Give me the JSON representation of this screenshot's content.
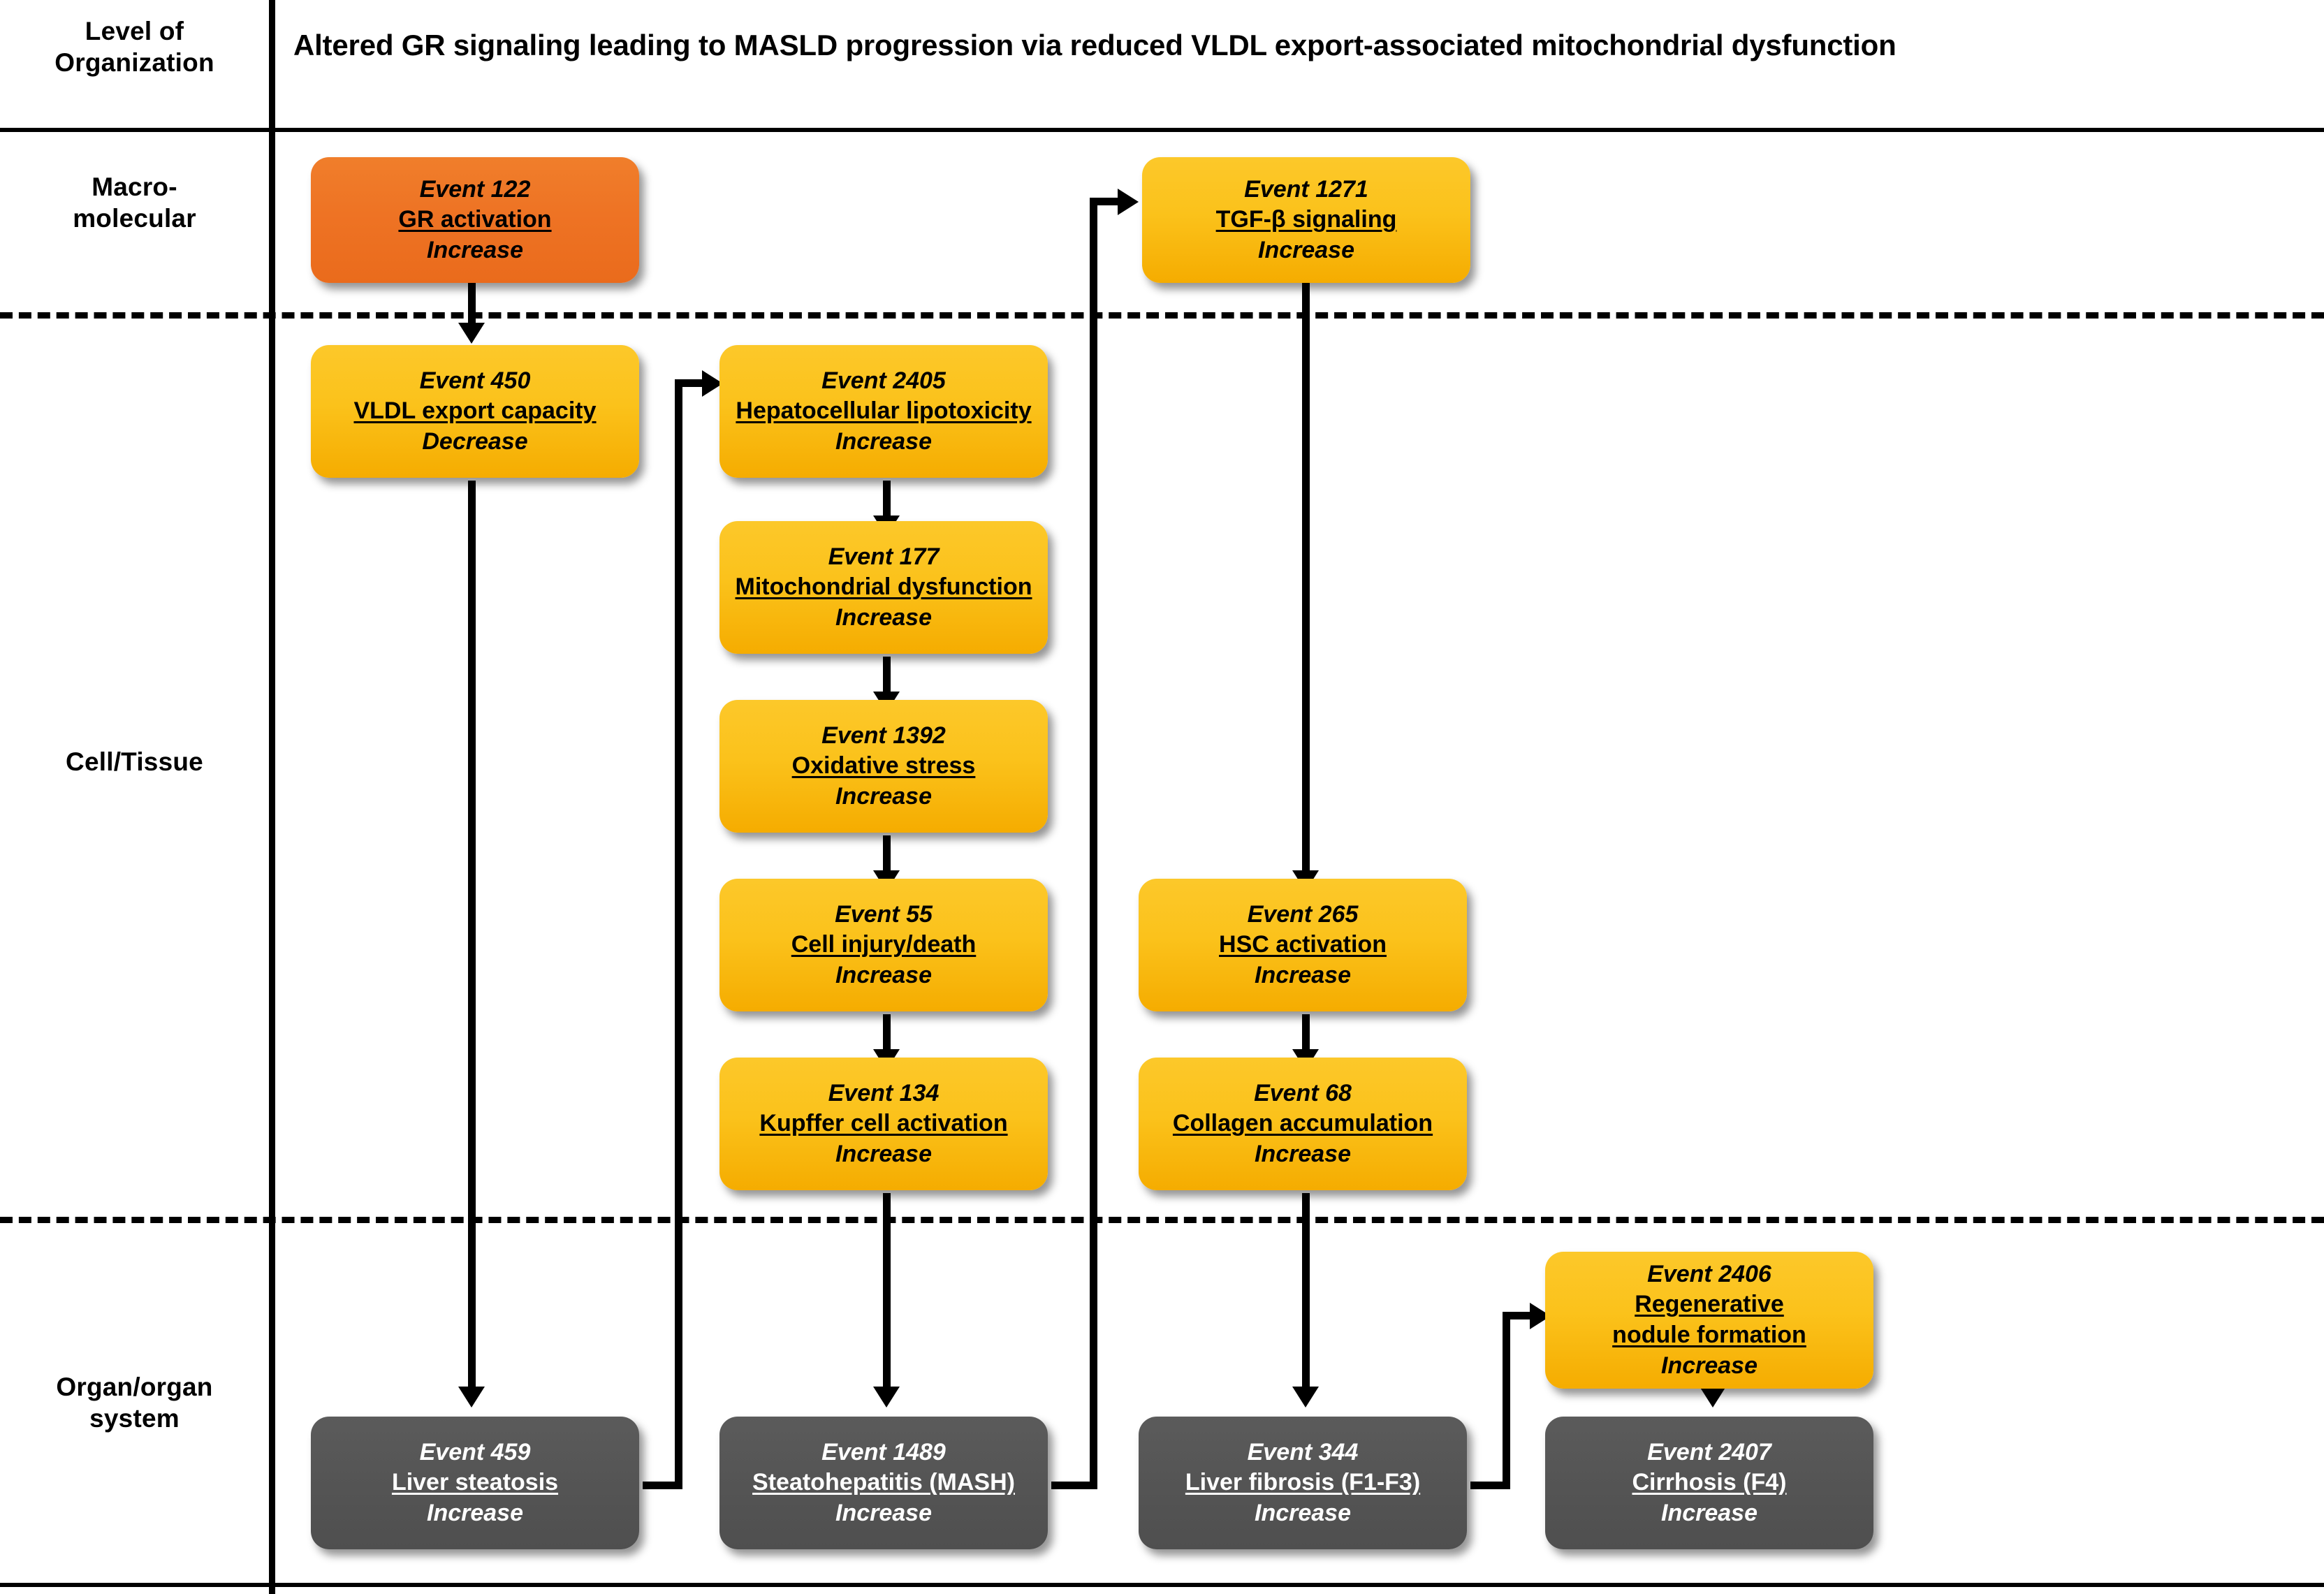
{
  "level_column": {
    "header": "Level of\nOrganization",
    "labels": [
      {
        "key": "macro",
        "text": "Macro-\nmolecular"
      },
      {
        "key": "cell",
        "text": "Cell/Tissue"
      },
      {
        "key": "organ",
        "text": "Organ/organ\nsystem"
      }
    ]
  },
  "title": "Altered GR signaling leading to MASLD progression via reduced VLDL export-associated mitochondrial dysfunction",
  "colors": {
    "molecular_initiating_event": "#ee7324",
    "key_event": "#fbc21b",
    "adverse_outcome": "#555555",
    "line": "#000000",
    "background": "#ffffff"
  },
  "nodes": [
    {
      "id": "e122",
      "event_id": "Event 122",
      "name": "GR activation",
      "direction": "Increase",
      "kind": "molecular-initiating-event",
      "level": "macro-molecular"
    },
    {
      "id": "e1271",
      "event_id": "Event 1271",
      "name": "TGF-β signaling",
      "direction": "Increase",
      "kind": "key-event",
      "level": "macro-molecular"
    },
    {
      "id": "e450",
      "event_id": "Event 450",
      "name": "VLDL export capacity",
      "direction": "Decrease",
      "kind": "key-event",
      "level": "cell-tissue"
    },
    {
      "id": "e2405",
      "event_id": "Event 2405",
      "name": "Hepatocellular lipotoxicity",
      "direction": "Increase",
      "kind": "key-event",
      "level": "cell-tissue"
    },
    {
      "id": "e177",
      "event_id": "Event 177",
      "name": "Mitochondrial dysfunction",
      "direction": "Increase",
      "kind": "key-event",
      "level": "cell-tissue"
    },
    {
      "id": "e1392",
      "event_id": "Event 1392",
      "name": "Oxidative stress",
      "direction": "Increase",
      "kind": "key-event",
      "level": "cell-tissue"
    },
    {
      "id": "e55",
      "event_id": "Event 55",
      "name": "Cell injury/death",
      "direction": "Increase",
      "kind": "key-event",
      "level": "cell-tissue"
    },
    {
      "id": "e134",
      "event_id": "Event 134",
      "name": "Kupffer cell activation",
      "direction": "Increase",
      "kind": "key-event",
      "level": "cell-tissue"
    },
    {
      "id": "e265",
      "event_id": "Event 265",
      "name": "HSC activation",
      "direction": "Increase",
      "kind": "key-event",
      "level": "cell-tissue"
    },
    {
      "id": "e68",
      "event_id": "Event 68",
      "name": "Collagen accumulation",
      "direction": "Increase",
      "kind": "key-event",
      "level": "cell-tissue"
    },
    {
      "id": "e2406",
      "event_id": "Event 2406",
      "name": "Regenerative nodule formation",
      "direction": "Increase",
      "kind": "key-event",
      "level": "organ"
    },
    {
      "id": "e459",
      "event_id": "Event 459",
      "name": "Liver steatosis",
      "direction": "Increase",
      "kind": "adverse-outcome",
      "level": "organ"
    },
    {
      "id": "e1489",
      "event_id": "Event 1489",
      "name": "Steatohepatitis (MASH)",
      "direction": "Increase",
      "kind": "adverse-outcome",
      "level": "organ"
    },
    {
      "id": "e344",
      "event_id": "Event 344",
      "name": "Liver fibrosis (F1-F3)",
      "direction": "Increase",
      "kind": "adverse-outcome",
      "level": "organ"
    },
    {
      "id": "e2407",
      "event_id": "Event 2407",
      "name": "Cirrhosis (F4)",
      "direction": "Increase",
      "kind": "adverse-outcome",
      "level": "organ"
    }
  ],
  "edges": [
    {
      "from": "e122",
      "to": "e450"
    },
    {
      "from": "e450",
      "to": "e459"
    },
    {
      "from": "e459",
      "to": "e2405"
    },
    {
      "from": "e2405",
      "to": "e177"
    },
    {
      "from": "e177",
      "to": "e1392"
    },
    {
      "from": "e1392",
      "to": "e55"
    },
    {
      "from": "e55",
      "to": "e134"
    },
    {
      "from": "e134",
      "to": "e1489"
    },
    {
      "from": "e1489",
      "to": "e1271"
    },
    {
      "from": "e1271",
      "to": "e265"
    },
    {
      "from": "e265",
      "to": "e68"
    },
    {
      "from": "e68",
      "to": "e344"
    },
    {
      "from": "e344",
      "to": "e2406"
    },
    {
      "from": "e2406",
      "to": "e2407"
    }
  ]
}
